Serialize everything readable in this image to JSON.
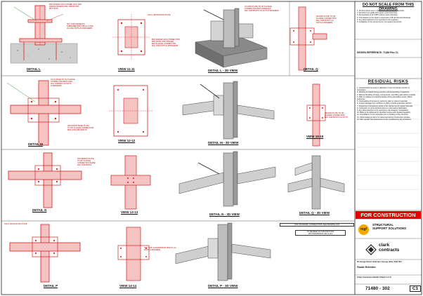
{
  "sheet": {
    "no_scale_title": "DO NOT SCALE FROM THIS DRAWING",
    "design_reference_label": "DESIGN REFERENCE:",
    "design_reference_value": "71480 Rev C1",
    "residual_risks_title": "RESIDUAL RISKS",
    "for_construction": "FOR CONSTRUCTION",
    "company_name": "STRUCTURAL\nSUPPORT SOLUTIONS",
    "logo_text": "mgf",
    "client_name": "clark\ncontracts",
    "project_address": "35 George Street, Stranraer, George Hotel, DG9 7RJ",
    "project_title": "Facade Retention",
    "drawing_title": "Tower Connection Details (Sheet 3 of 4)",
    "drawing_number": "71480 - 302",
    "revision": "C1",
    "box_note_1": "FOR STANDARD CONNECTIONS SEE DRAWING 303",
    "box_note_2": "TO BE READ IN CONJUNCTION\nWITH DRAWINGS 400 & 401"
  },
  "details": {
    "L": "DETAIL L",
    "L_3d": "DETAIL L - 3D VIEW",
    "M": "DETAIL M",
    "M_3d": "DETAIL M - 3D VIEW",
    "N": "DETAIL N",
    "N_3d": "DETAIL N - 3D VIEW",
    "P": "DETAIL P",
    "P_3d": "DETAIL P - 3D VIEW",
    "Q": "DETAIL Q",
    "Q_3d": "DETAIL Q - 3D VIEW",
    "v1111": "VIEW 11-11",
    "v1212": "VIEW 12-12",
    "v1313": "VIEW 13-13",
    "v1414": "VIEW 14-14",
    "v1515": "VIEW 15-15"
  },
  "notes": {
    "n1": "M20 SCREW JACK PINNED INTO M20\nRAKING BASE PLATE (UB430) M24\nM16 NUTS",
    "n2": "4No. M16 GRADE 8.8\nTHREADED BAR 185mm LONG\nc/w 4/No NUTS & 4/WASHERS",
    "n3": "16mm HD PACKING PLATE",
    "n4": "M20 SCREW JACK PINNED INTO\nM20 LEVELLING SPACER\nM16 FLANGE CONNECTION\n4No. M16 NUTS & 4/WASHERS",
    "n5": "UC END PLATE TO HD FLANGE\nCONNECTION M20 GRADE 8.8\n4No. M16 BOLTS c/w NUTS & WASHERS",
    "n6": "HD END PLATE TO HD\nFLANGE CONNECTION\n8No. M16 BOLTS c/w\nNUTS & WASHERS",
    "n7": "UC FLANGE TO UC FLANGE\nCONNECTION M20 LONG\n4No. M16/M20 c/w NUTS\n& WASHERS",
    "n8": "HD RAKING BASE PLATE\nTO HD FLANGE CONNECTION\nM20 LONG M16 BOLTS",
    "n9": "16mm HD PACKING PLATE",
    "n10": "4No. M16 COUNTERSUNK BOLTS c/w\nNUTS & WASHERS",
    "n11": "HD END PLATE TO HD\nFLANGE CONNECTION\n8No. M16 BOLTS c/w NUTS",
    "n12": "HD NEEDLE PLATE\nTO HD FLANGE\nCONNECTION MADE\n4No. M16 BOLTS",
    "risk_text": "1. Unauthorised removal or alteration of any structural member or connection.\n2. Working at height during erection and dismantling of steelwork.\n3. Manual handling of heavy components, use lifting aids where possible.\n4. Risk of collapse of retained facade during demolition works, follow sequence.\n5. Overloading of temporary works by plant or stored materials.\n6. Impact damage from vehicles or plant, provide protection barriers.\n7. Inspection of temporary works to be carried out at regular intervals.\n8. Contractor to verify all dimensions on site before fabrication.\n9. Any discrepancies to be reported to the designer immediately.\n10. Bolts to be tightened to specified torque and checked regularly.\n11. Foundations to be inspected prior to loading of the structure.\n12. Wind loading limits to be observed during construction phases.\n13. Site specific risk assessment to be completed by the contractor.",
    "general_notes": "1. All dimensions are in millimetres unless noted otherwise.\n2. All bolts to be grade 8.8 unless noted otherwise.\n3. All steelwork to be S355 unless noted otherwise.\n4. This drawing to be read in conjunction with all relevant drawings.\n5. Any discrepancies to be reported to the engineer.\n6. Installation to be carried out by competent personnel."
  },
  "colors": {
    "steel_red": "#d61f1f",
    "steel_fill": "#f4b3b3",
    "concrete": "#c9c9c9",
    "accent_green": "#2e9b34",
    "construction_red": "#e60000",
    "logo_orange": "#f2a900"
  }
}
